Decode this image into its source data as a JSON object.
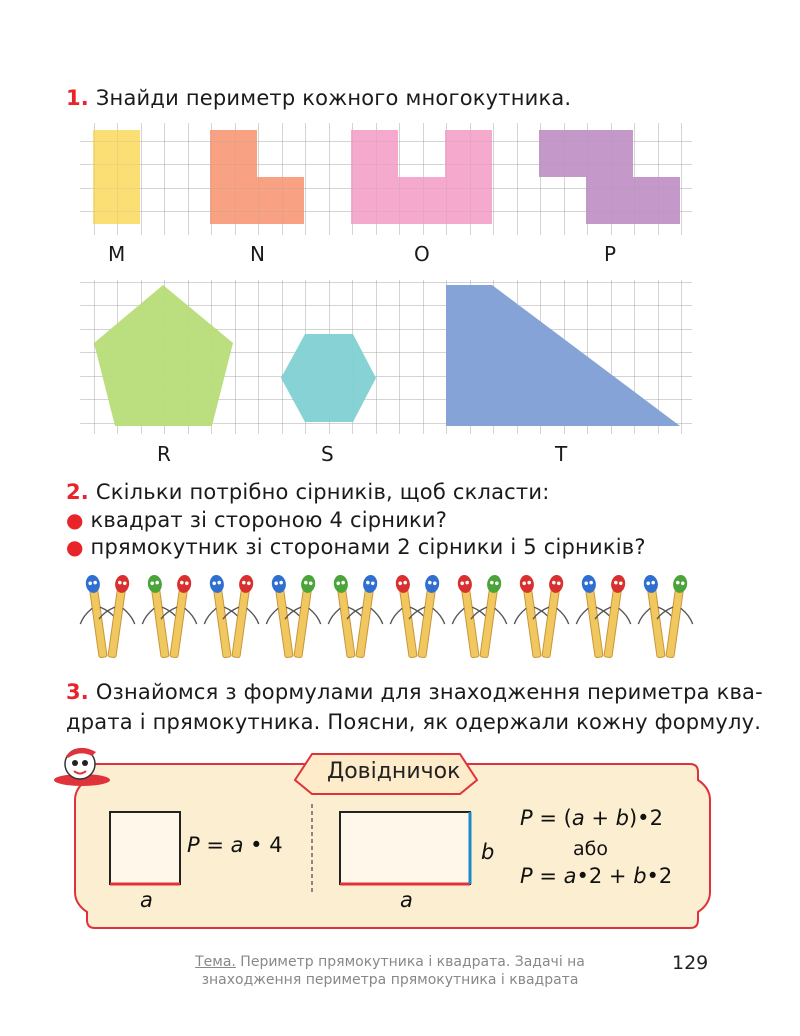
{
  "task1": {
    "number": "1.",
    "text": "Знайди периметр кожного многокутника.",
    "labels_row1": [
      "M",
      "N",
      "O",
      "P"
    ],
    "labels_row2": [
      "R",
      "S",
      "T"
    ],
    "colors": {
      "M": "#fbdc66",
      "N": "#f79a78",
      "O": "#f4a2c8",
      "P": "#bf8fc4",
      "R": "#b7dc77",
      "S": "#7fd0d2",
      "T": "#86a3d8"
    }
  },
  "task2": {
    "number": "2.",
    "text": "Скільки потрібно сірників, щоб скласти:",
    "bullets": [
      "квадрат зі стороною 4 сірники?",
      "прямокутник зі сторонами 2 сірники і 5 сірників?"
    ]
  },
  "task3": {
    "number": "3.",
    "line1": "Ознайомся з формулами для знаходження периметра ква-",
    "line2": "драта і прямокутника. Поясни, як одержали кожну формулу."
  },
  "reference": {
    "title": "Довідничок",
    "square_formula": {
      "P": "P",
      "eq": " = ",
      "a": "a",
      "rest": " • 4"
    },
    "square_side": "a",
    "rect_side_a": "a",
    "rect_side_b": "b",
    "rect_formula1": {
      "P": "P",
      "eq": " = (",
      "a": "a",
      "plus": " + ",
      "b": "b",
      "rest": ")•2"
    },
    "or": "або",
    "rect_formula2": {
      "P": "P",
      "eq": " = ",
      "a": "a",
      "mid": "•2 + ",
      "b": "b",
      "rest": "•2"
    }
  },
  "footer": {
    "topic_label": "Тема.",
    "line1": " Периметр прямокутника і квадрата. Задачі на",
    "line2": "знаходження периметра прямокутника і квадрата",
    "page": "129"
  }
}
